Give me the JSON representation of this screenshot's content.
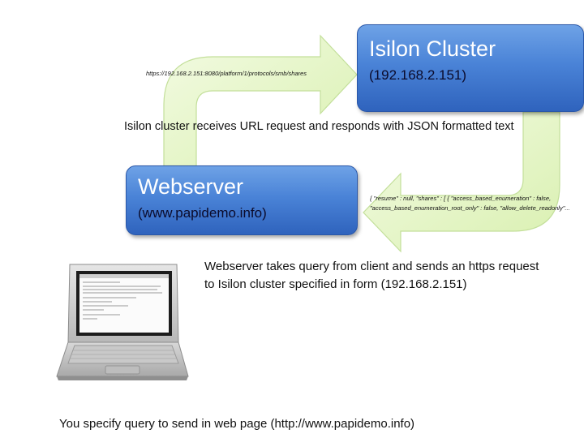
{
  "url_label": "https://192.168.2.151:8080/platform/1/protocols/smb/shares",
  "json_label": {
    "line1": "{ \"resume\" : null, \"shares\" : [ { \"access_based_enumeration\" : false,",
    "line2": "\"access_based_enumeration_root_only\" : false, \"allow_delete_readonly\"..."
  },
  "isilon": {
    "title": "Isilon Cluster",
    "ip": "(192.168.2.151)"
  },
  "webserver": {
    "title": "Webserver",
    "url": "(www.papidemo.info)"
  },
  "captions": {
    "isilon": "Isilon cluster receives URL request and responds with JSON formatted text",
    "webserver_line1": "Webserver takes query from client and sends an https request",
    "webserver_line2": "to Isilon cluster specified in form (192.168.2.151)",
    "client": "You specify query to send in web page (http://www.papidemo.info)"
  },
  "colors": {
    "box_blue": "#4a83d7",
    "arrow_green": "#e6f7c4",
    "arrow_stroke": "#c3df9a"
  },
  "icons": {
    "laptop": "laptop-icon"
  }
}
